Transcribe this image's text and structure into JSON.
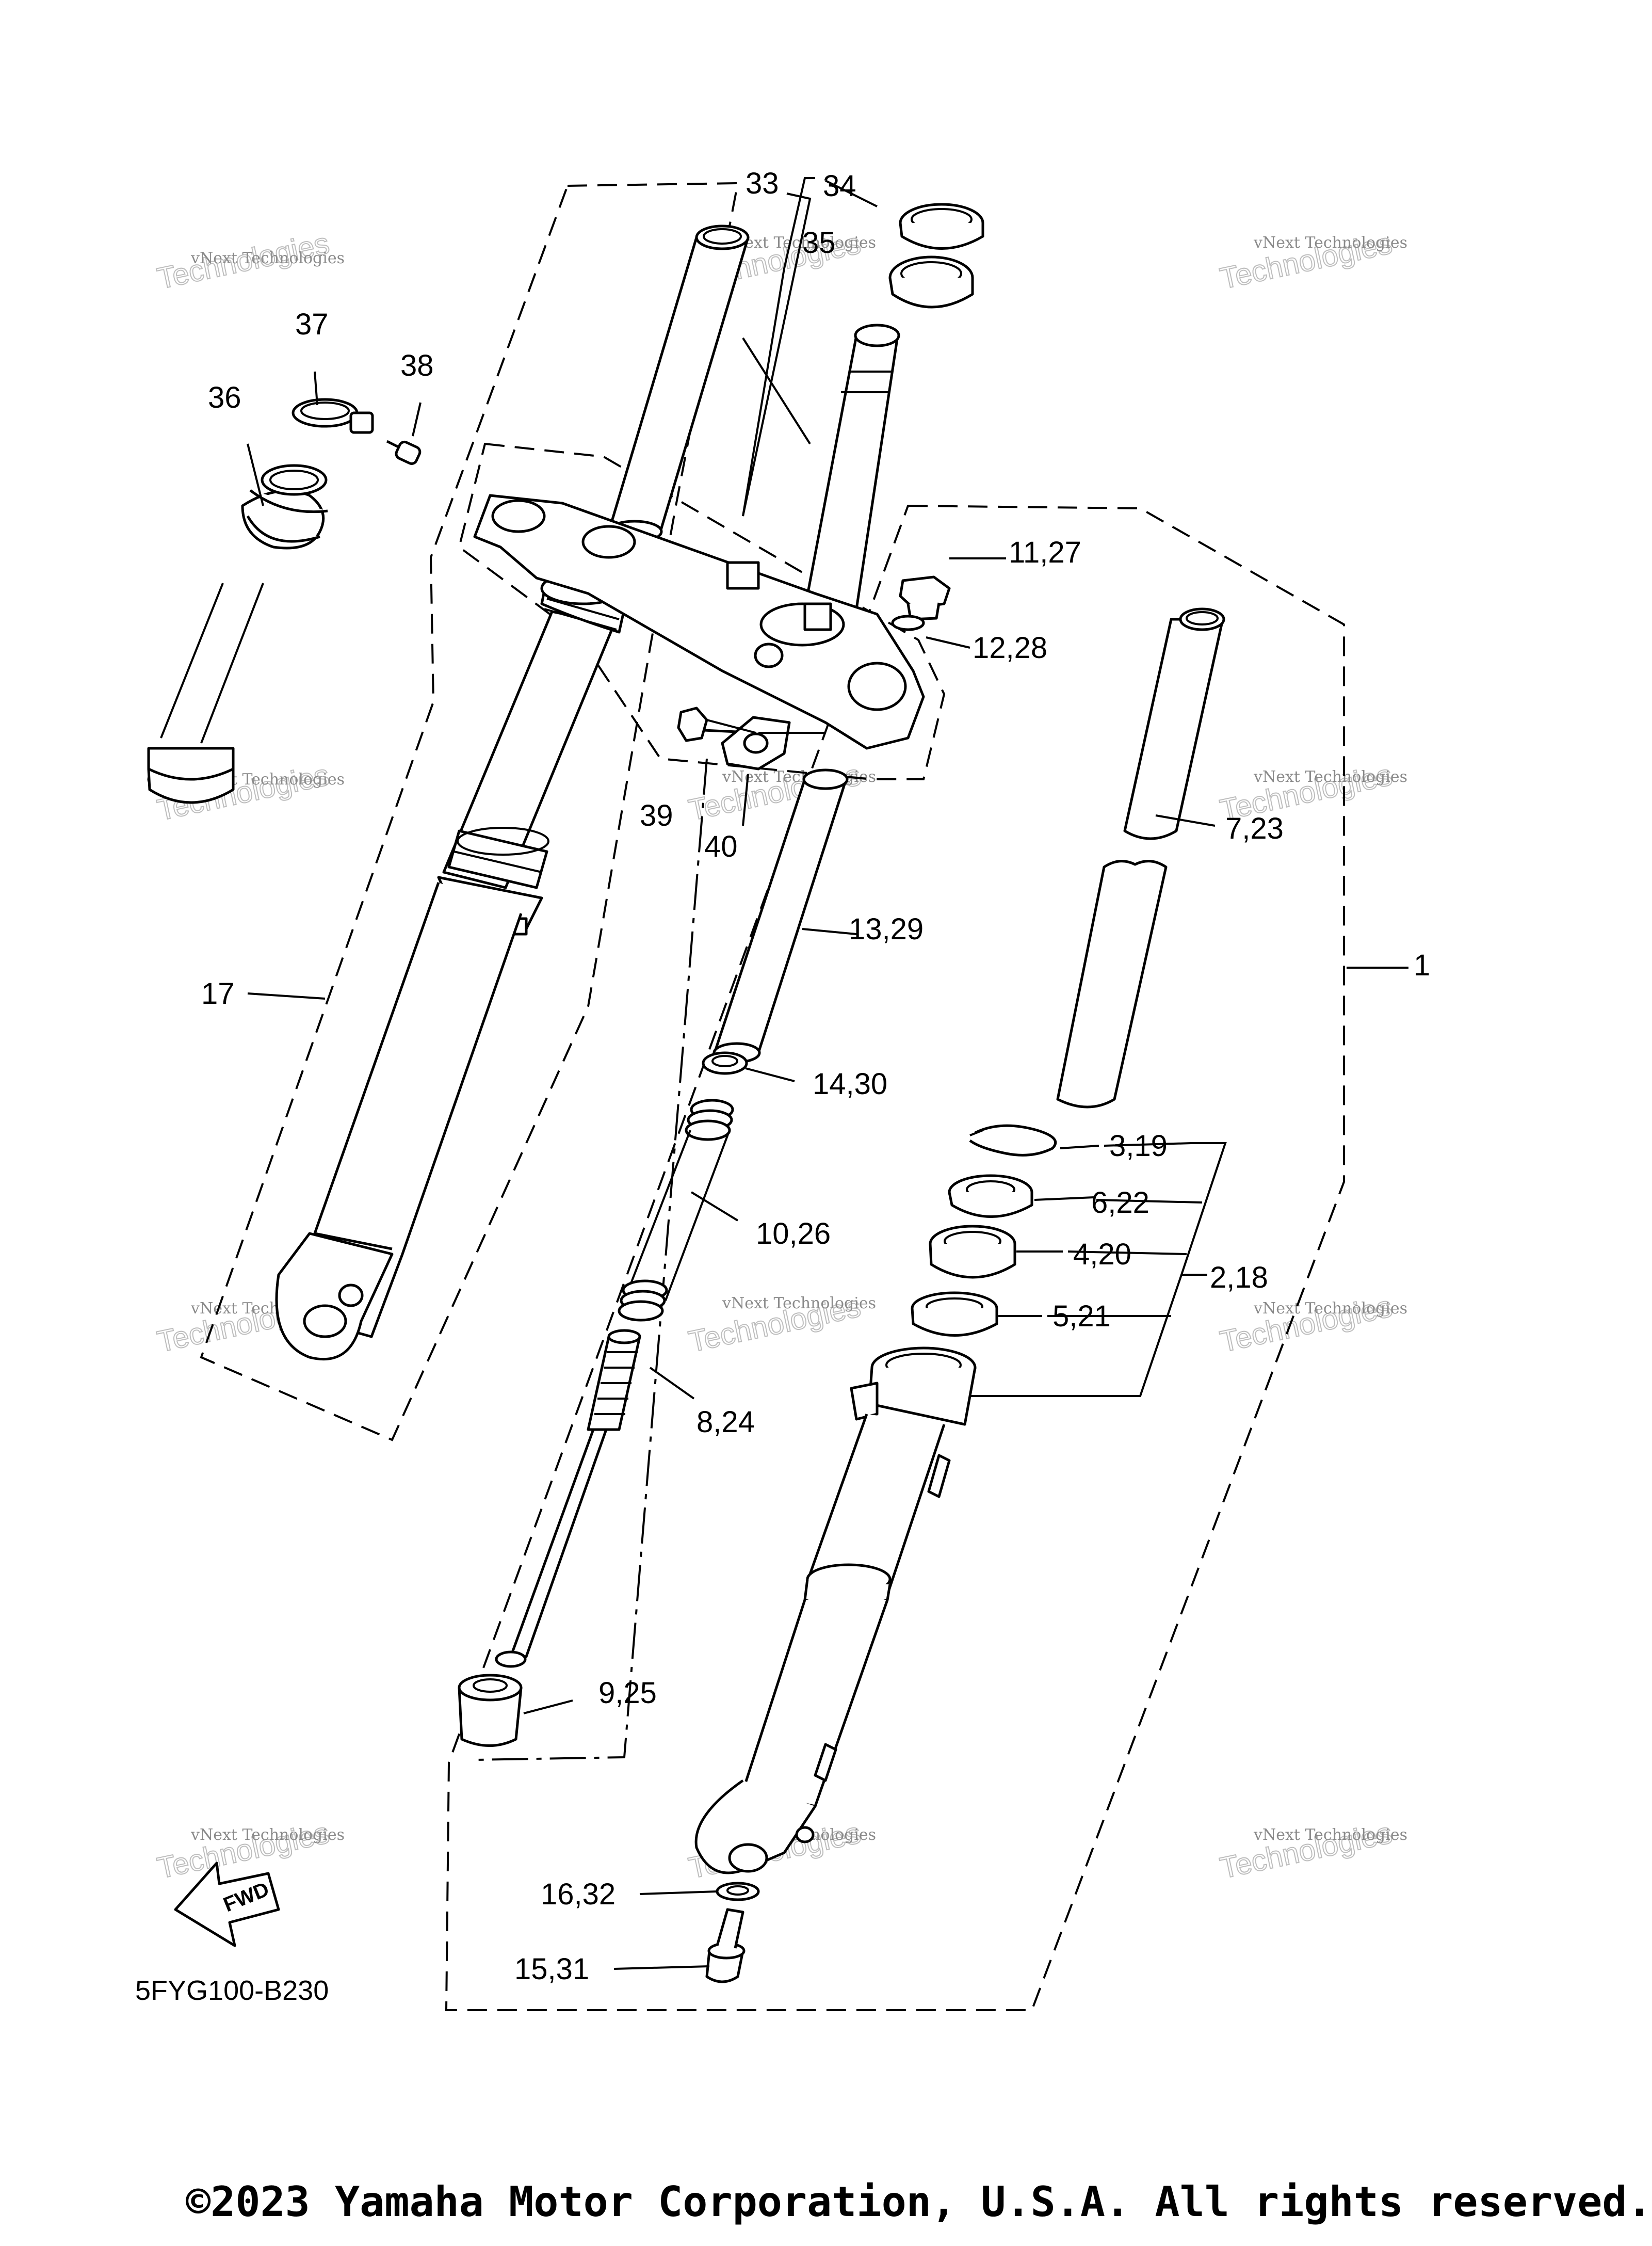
{
  "callouts": {
    "c1": "1",
    "c2_18": "2,18",
    "c3_19": "3,19",
    "c4_20": "4,20",
    "c5_21": "5,21",
    "c6_22": "6,22",
    "c7_23": "7,23",
    "c8_24": "8,24",
    "c9_25": "9,25",
    "c10_26": "10,26",
    "c11_27": "11,27",
    "c12_28": "12,28",
    "c13_29": "13,29",
    "c14_30": "14,30",
    "c15_31": "15,31",
    "c16_32": "16,32",
    "c17": "17",
    "c33": "33",
    "c34": "34",
    "c35": "35",
    "c36": "36",
    "c37": "37",
    "c38": "38",
    "c39": "39",
    "c40": "40"
  },
  "fwd_label": "FWD",
  "diagram_code": "5FYG100-B230",
  "watermark": {
    "line1": "vNext Technologies",
    "line2": "Technologies"
  },
  "copyright": "©2023 Yamaha Motor Corporation, U.S.A. All rights reserved."
}
